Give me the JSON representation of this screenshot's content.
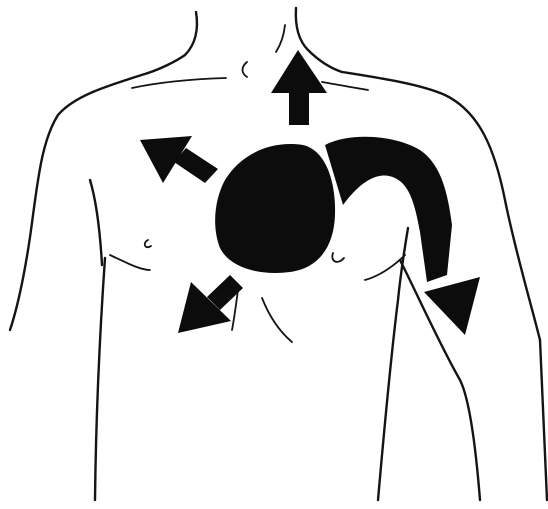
{
  "figure": {
    "kind": "line-drawing",
    "background_color": "#ffffff",
    "ink_color": "#0c0c0c",
    "body": {
      "view": "front",
      "region": "chest-and-shoulders"
    },
    "central_mark": {
      "shape": "filled-oval",
      "location": "center-left-chest"
    },
    "arrows": [
      {
        "name": "arrow-up-to-neck",
        "direction": "up"
      },
      {
        "name": "arrow-up-left-to-shoulder",
        "direction": "up-left"
      },
      {
        "name": "arrow-down-left-to-abdomen",
        "direction": "down-left"
      },
      {
        "name": "arrow-curved-down-left-arm",
        "direction": "curved-over-shoulder-down-arm"
      }
    ]
  }
}
